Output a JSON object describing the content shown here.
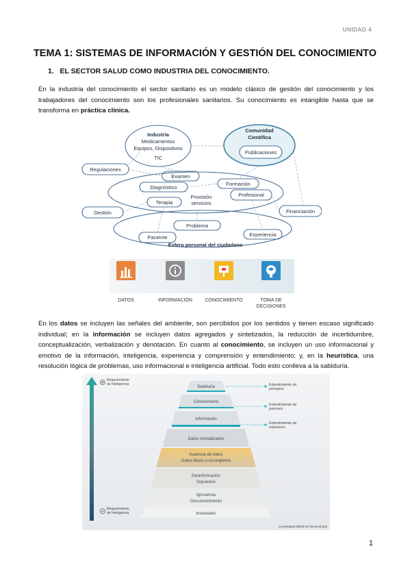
{
  "header": {
    "unit": "UNIDAD 4"
  },
  "title": "TEMA 1: SISTEMAS DE INFORMACIÓN Y GESTIÓN DEL CONOCIMIENTO",
  "section": {
    "number": "1.",
    "heading": "EL SECTOR SALUD COMO INDUSTRIA DEL CONOCIMIENTO."
  },
  "para1": {
    "t1": "En la industria del conocimiento el sector sanitario es un modelo clásico de gestión del conocimiento y los trabajadores del conocimiento son los profesionales sanitarios. Su conocimiento es intangible hasta que se transforma en ",
    "b1": "práctica clínica."
  },
  "concept_map": {
    "industria": [
      "Industria",
      "Medicamentos",
      "Equipos, Dispositivos",
      "TIC"
    ],
    "comunidad": [
      "Comunidad",
      "Científica"
    ],
    "publicaciones": "Publicaciones",
    "regulaciones": "Regulaciones",
    "examen": "Examen",
    "formacion": "Formación",
    "diagnostico": "Diagnóstico",
    "profesional": "Profesional",
    "provision": [
      "Provisión",
      "servicios"
    ],
    "terapia": "Terapia",
    "gestion": "Gestión",
    "financiacion": "Financiación",
    "problema": "Problema",
    "paciente": "Paciente",
    "experiencia": "Experiencia",
    "esfera": "Esfera personal del ciudadano"
  },
  "tiles": {
    "items": [
      {
        "label": "DATOS",
        "color": "#e8833a"
      },
      {
        "label": "INFORMACIÓN",
        "color": "#8c8c8c"
      },
      {
        "label": "CONOCIMIENTO",
        "color": "#f2b824"
      },
      {
        "label1": "TOMA DE",
        "label2": "DECISIONES",
        "color": "#2f8cc9"
      }
    ]
  },
  "para2": {
    "t1": "En los ",
    "b1": "datos",
    "t2": " se incluyen las señales del ambiente, son percibidos por los sentidos y tienen escaso significado individual; en la ",
    "b2": "información",
    "t3": " se incluyen datos agregados y sintetizados, la reducción de incertidumbre, conceptualización, verbalización y denotación. En cuanto al ",
    "b3": "conocimiento",
    "t4": ", se incluyen un uso informacional y emotivo de la información, inteligencia, experiencia y comprensión y entendimiento; y, en la ",
    "b4": "heurística",
    "t5": ", una resolución lógica de problemas, uso informacional e inteligencia artificial. Todo esto conlleva a la sabiduría."
  },
  "pyramid": {
    "top_req": [
      "Requerimiento",
      "de Inteligencia"
    ],
    "bottom_req": [
      "Requerimiento",
      "de Inteligencia"
    ],
    "levels": [
      "Sabiduría",
      "Conocimiento",
      "Información",
      "Datos normalizados",
      "Ausencia de datos",
      "Datos falsos o incompletos",
      "Desinformación",
      "Supuestos",
      "Ignorancia",
      "Desconocimiento",
      "Insensatez"
    ],
    "right": [
      [
        "Entendimiento de",
        "principios"
      ],
      [
        "Entendimiento de",
        "patrones"
      ],
      [
        "Entendimiento de",
        "relaciones"
      ]
    ],
    "caption": "La jerarquía DIKW en forma di pirá"
  },
  "page_number": "1"
}
